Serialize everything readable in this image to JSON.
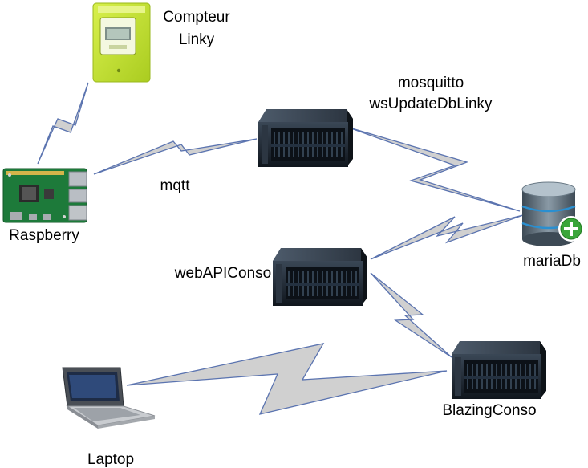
{
  "nodes": {
    "meter": {
      "label_line1": "Compteur",
      "label_line2": "Linky",
      "icon": "electric-meter-icon"
    },
    "raspberry": {
      "label": "Raspberry",
      "icon": "raspberry-pi-board-icon"
    },
    "mosquitto_server": {
      "label_line1": "mosquitto",
      "label_line2": "wsUpdateDbLinky",
      "icon": "server-icon"
    },
    "mariadb": {
      "label": "mariaDb",
      "icon": "database-add-icon"
    },
    "webapi_server": {
      "label": "webAPIConso",
      "icon": "server-icon"
    },
    "blazing_server": {
      "label": "BlazingConso",
      "icon": "server-icon"
    },
    "laptop": {
      "label": "Laptop",
      "icon": "laptop-icon"
    }
  },
  "links": [
    {
      "from": "meter",
      "to": "raspberry"
    },
    {
      "from": "raspberry",
      "to": "mosquitto_server",
      "label": "mqtt"
    },
    {
      "from": "mosquitto_server",
      "to": "mariadb"
    },
    {
      "from": "webapi_server",
      "to": "mariadb"
    },
    {
      "from": "webapi_server",
      "to": "blazing_server"
    },
    {
      "from": "laptop",
      "to": "blazing_server"
    }
  ],
  "colors": {
    "link_stroke": "#5b74b0",
    "link_fill": "#d0d0d0",
    "meter_body": "#c8e63c",
    "server_body": "#1c2530",
    "db_body": "#5a6b78",
    "db_plus": "#3aa53a",
    "pcb_green": "#1d7a3a"
  }
}
